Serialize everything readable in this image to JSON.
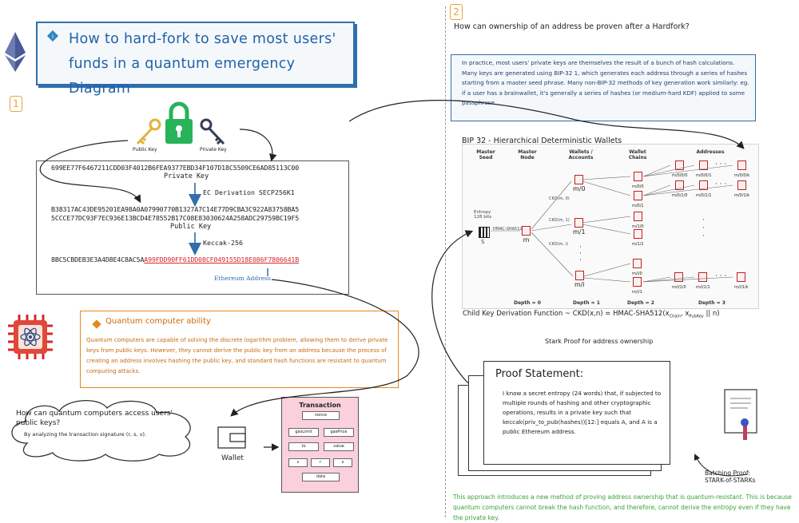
{
  "title": {
    "line1": "How to hard-fork to save most users'",
    "line2": "funds in a quantum emergency Diagram"
  },
  "section1": {
    "badge": "1",
    "public_key_label": "Public Key",
    "private_key_label": "Private Key",
    "private_key_hex": "699EE77F6467211CDD03F4012B6FEA9377EBD34F107D18C5509CE6AD85113C00",
    "private_key_caption": "Private Key",
    "ec_derivation": "EC Derivation SECP256K1",
    "public_key_hex_line1": "B38317AC43DE95201EA98A0A07990770B1327A7C14E77D9CBA3C922A83758BA5",
    "public_key_hex_line2": "5CCCE77DC93F7EC936E13BCD4E78552B17C08E83030624A258ADC29759BC19F5",
    "public_key_caption": "Public Key",
    "keccak": "Keccak-256",
    "hash_prefix": "8BC5CBDEB3E3A4D8E4C8AC5A",
    "hash_address": "A99FDD90FF61DD08CF049155D18E086F7806641B",
    "eth_address_label": "Ethereum Address"
  },
  "quantum": {
    "title": "Quantum computer ability",
    "text": "Quantum computers are capable of solving the discrete logarithm problem, allowing them to derive private keys from public keys. However, they cannot derive the public key from an address because the process of creating an address involves hashing the public key, and standard hash functions are resistant to quantum computing attacks."
  },
  "cloud": {
    "question": "How can quantum computers access users' public keys?",
    "answer": "By analyzing the transaction signature (r, s, v)."
  },
  "wallet": {
    "label": "Wallet"
  },
  "transaction": {
    "title": "Transaction",
    "fields": [
      "nonce",
      "gasLimit",
      "gasPrice",
      "to",
      "value",
      "v",
      "r",
      "s",
      "data"
    ]
  },
  "section2": {
    "badge": "2",
    "question": "How can ownership of an address be proven after a Hardfork?",
    "explanation": "In practice, most users' private keys are themselves the result of a bunch of hash calculations. Many keys are generated using BIP-32 1, which generates each address through a series of hashes starting from a master seed phrase. Many non-BIP-32 methods of key generation work similarly: eg. if a user has a brainwallet, it's generally a series of hashes (or medium-hard KDF) applied to some passphrase."
  },
  "bip32": {
    "title": "BIP 32 - Hierarchical Deterministic Wallets",
    "columns": [
      "Master Seed",
      "Master Node",
      "Wallets / Accounts",
      "Wallet Chains",
      "Addresses"
    ],
    "entropy": "Entropy 128 bits",
    "hmac": "HMAC-SHA512",
    "seed_symbol": "S",
    "master_symbol": "m",
    "accounts": [
      "m/0",
      "m/1",
      "m/i"
    ],
    "chains": [
      "m/0/0",
      "m/0/1",
      "m/1/0",
      "m/1/1",
      "m/i/0",
      "m/i/1"
    ],
    "addresses_row": [
      "m/0/0/0",
      "m/0/0/1",
      "m/0/0/k",
      "m/0/1/0",
      "m/0/1/1",
      "m/0/1/k"
    ],
    "addresses_bottom": [
      "m/i/1/0",
      "m/i/1/1",
      "m/i/1/k"
    ],
    "ckd": [
      "CKD(m, 0)",
      "CKD(m, 1)",
      "CKD(m, i)"
    ],
    "depths": [
      "Depth = 0",
      "Depth = 1",
      "Depth = 2",
      "Depth = 3"
    ],
    "function_prefix": "Child Key Derivation Function ~  CKD(x,n) = HMAC-SHA512(x",
    "function_sub1": "Chain",
    "function_mid": ", x",
    "function_sub2": "PubKey",
    "function_suffix": "|| n)"
  },
  "stark": {
    "caption": "Stark Proof for address ownership"
  },
  "proof": {
    "title": "Proof Statement:",
    "text": "I know a secret entropy (24 words) that, if subjected to multiple rounds of hashing and other cryptographic operations, results in a private key such that keccak(priv_to_pub(hashes))[12:] equals A, and A is a public Ethereum address."
  },
  "batching": {
    "label": "Batching Proof: STARK-of-STARKs"
  },
  "conclusion": "This approach introduces a new method of proving address ownership that is quantum-resistant. This is because quantum computers cannot break the hash function, and therefore, cannot derive the entropy even if they have the private key.",
  "colors": {
    "blue": "#2f6fae",
    "orange": "#e8871e",
    "green": "#3aa33a",
    "lock_green": "#27b35a",
    "red": "#d62828"
  }
}
